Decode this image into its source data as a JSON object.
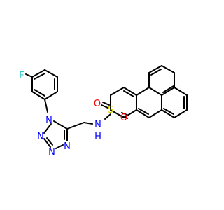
{
  "molecule": {
    "atoms": {
      "fluorine": {
        "label": "F",
        "color": "#33cccc"
      },
      "nitrogen_n1": {
        "label": "N",
        "color": "#0000ff"
      },
      "nitrogen_n2": {
        "label": "N",
        "color": "#0000ff"
      },
      "nitrogen_n3": {
        "label": "N",
        "color": "#0000ff"
      },
      "nitrogen_n4": {
        "label": "N",
        "color": "#0000ff"
      },
      "sulfonamide_nh": {
        "label": "N",
        "color": "#0000ff"
      },
      "hydrogen": {
        "label": "H",
        "color": "#0000ff"
      },
      "sulfur": {
        "label": "S",
        "color": "#cccc00"
      },
      "oxygen_1": {
        "label": "O",
        "color": "#ff0000"
      },
      "oxygen_2": {
        "label": "O",
        "color": "#ff0000"
      }
    },
    "bond_color": "#000000"
  }
}
